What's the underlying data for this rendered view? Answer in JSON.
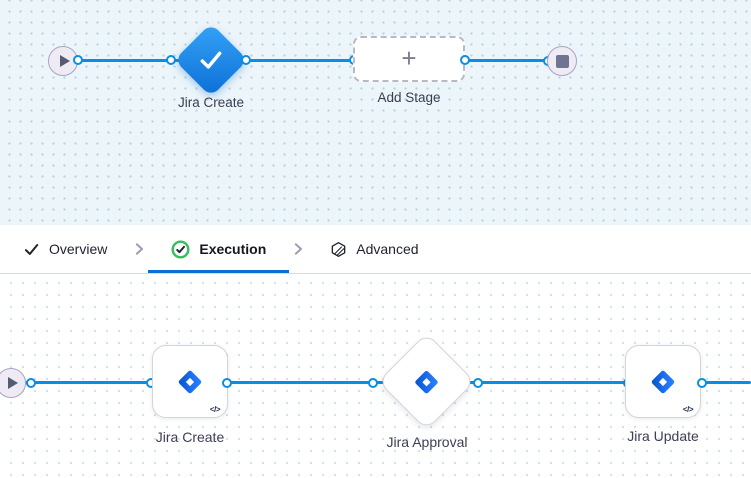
{
  "top_canvas": {
    "stage_label": "Jira Create",
    "add_stage": {
      "label": "Add Stage",
      "plus": "+"
    }
  },
  "tab_bar": {
    "tabs": [
      {
        "label": "Overview",
        "icon": "check-icon",
        "active": false
      },
      {
        "label": "Execution",
        "icon": "success-circle-icon",
        "active": true
      },
      {
        "label": "Advanced",
        "icon": "hexagon-layers-icon",
        "active": false
      }
    ]
  },
  "bottom_canvas": {
    "steps": [
      {
        "label": "Jira Create",
        "shape": "rounded-square",
        "badge": "</>"
      },
      {
        "label": "Jira Approval",
        "shape": "diamond"
      },
      {
        "label": "Jira Update",
        "shape": "rounded-square",
        "badge": "</>"
      }
    ]
  },
  "colors": {
    "edge_blue": "#0a8de4",
    "selected_stage_gradient": [
      "#35a3f7",
      "#0c6fd6"
    ],
    "tab_underline_blue": "#0b6fd6",
    "success_green": "#35bf5e",
    "canvas_top_bg": "#ecf5f9",
    "jira_logo_gradient": [
      "#0052CC",
      "#2684FF"
    ]
  }
}
